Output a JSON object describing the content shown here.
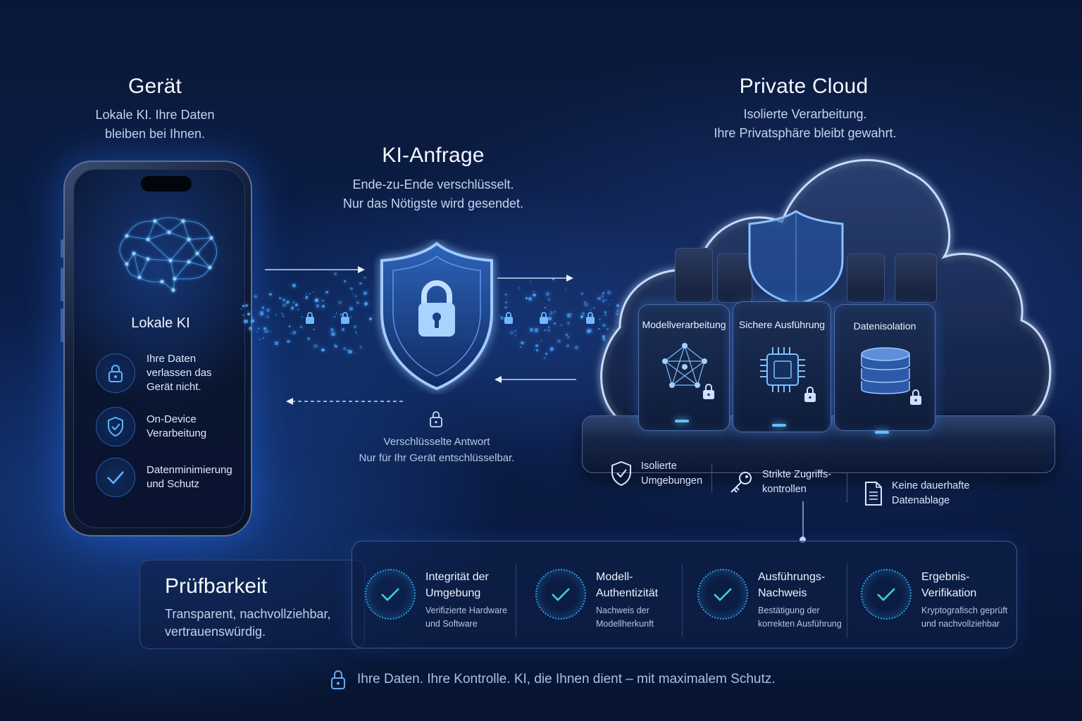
{
  "device": {
    "title": "Gerät",
    "subtitle_line1": "Lokale KI. Ihre Daten",
    "subtitle_line2": "bleiben bei Ihnen.",
    "screen_label": "Lokale KI",
    "features": [
      {
        "icon": "lock-icon",
        "line1": "Ihre Daten",
        "line2": "verlassen das",
        "line3": "Gerät nicht."
      },
      {
        "icon": "shield-check-icon",
        "line1": "On-Device",
        "line2": "Verarbeitung"
      },
      {
        "icon": "check-icon",
        "line1": "Datenminimierung",
        "line2": "und Schutz"
      }
    ]
  },
  "request": {
    "title": "KI-Anfrage",
    "subtitle_line1": "Ende-zu-Ende verschlüsselt.",
    "subtitle_line2": "Nur das Nötigste wird gesendet."
  },
  "response": {
    "line1": "Verschlüsselte Antwort",
    "line2": "Nur für Ihr Gerät entschlüsselbar."
  },
  "cloud": {
    "title": "Private Cloud",
    "subtitle_line1": "Isolierte Verarbeitung.",
    "subtitle_line2": "Ihre Privatsphäre bleibt gewahrt.",
    "modules": [
      {
        "label": "Modellverarbeitung",
        "icon": "network-icon"
      },
      {
        "label": "Sichere Ausführung",
        "icon": "chip-icon"
      },
      {
        "label": "Datenisolation",
        "icon": "database-icon"
      }
    ],
    "features": [
      {
        "icon": "shield-check-icon",
        "line1": "Isolierte",
        "line2": "Umgebungen"
      },
      {
        "icon": "key-icon",
        "line1": "Strikte Zugriffs-",
        "line2": "kontrollen"
      },
      {
        "icon": "document-icon",
        "line1": "Keine dauerhafte",
        "line2": "Datenablage"
      }
    ]
  },
  "audit": {
    "title": "Prüfbarkeit",
    "desc_line1": "Transparent, nachvollziehbar,",
    "desc_line2": "vertrauenswürdig.",
    "items": [
      {
        "title1": "Integrität der",
        "title2": "Umgebung",
        "desc1": "Verifizierte Hardware",
        "desc2": "und Software"
      },
      {
        "title1": "Modell-",
        "title2": "Authentizität",
        "desc1": "Nachweis der",
        "desc2": "Modellherkunft"
      },
      {
        "title1": "Ausführungs-",
        "title2": "Nachweis",
        "desc1": "Bestätigung der",
        "desc2": "korrekten Ausführung"
      },
      {
        "title1": "Ergebnis-",
        "title2": "Verifikation",
        "desc1": "Kryptografisch geprüft",
        "desc2": "und nachvollziehbar"
      }
    ]
  },
  "footer": {
    "text": "Ihre Daten. Ihre Kontrolle. KI, die Ihnen dient – mit maximalem Schutz."
  },
  "colors": {
    "accent": "#4aa6ff",
    "check": "#3fd0e0",
    "background": "#0b1c44"
  }
}
